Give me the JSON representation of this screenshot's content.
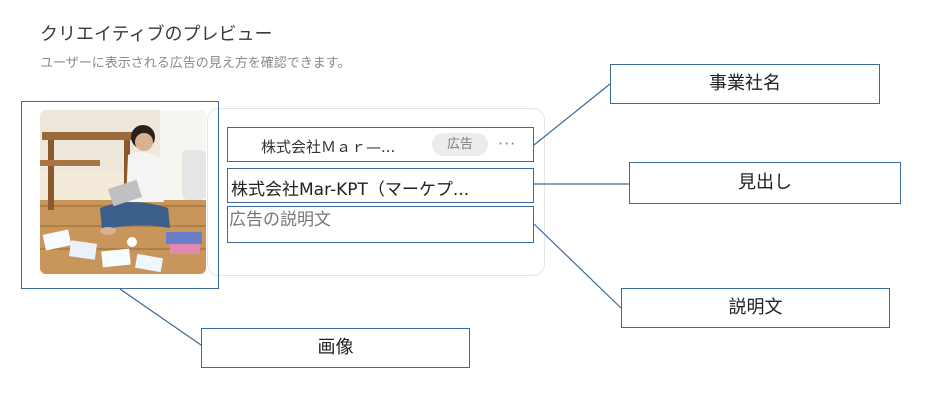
{
  "header": {
    "title": "クリエイティブのプレビュー",
    "subtitle": "ユーザーに表示される広告の見え方を確認できます。"
  },
  "preview": {
    "business_name": "株式会社Ｍａｒ—...",
    "ad_badge": "広告",
    "more": "···",
    "headline": "株式会社Mar-KPT（マーケプ...",
    "description": "広告の説明文",
    "image_label": "person-with-laptop-photo"
  },
  "annotations": {
    "business_name": "事業社名",
    "headline": "見出し",
    "description": "説明文",
    "image": "画像"
  },
  "colors": {
    "annotation_border": "#3c6a99",
    "badge_bg": "#ececec"
  }
}
